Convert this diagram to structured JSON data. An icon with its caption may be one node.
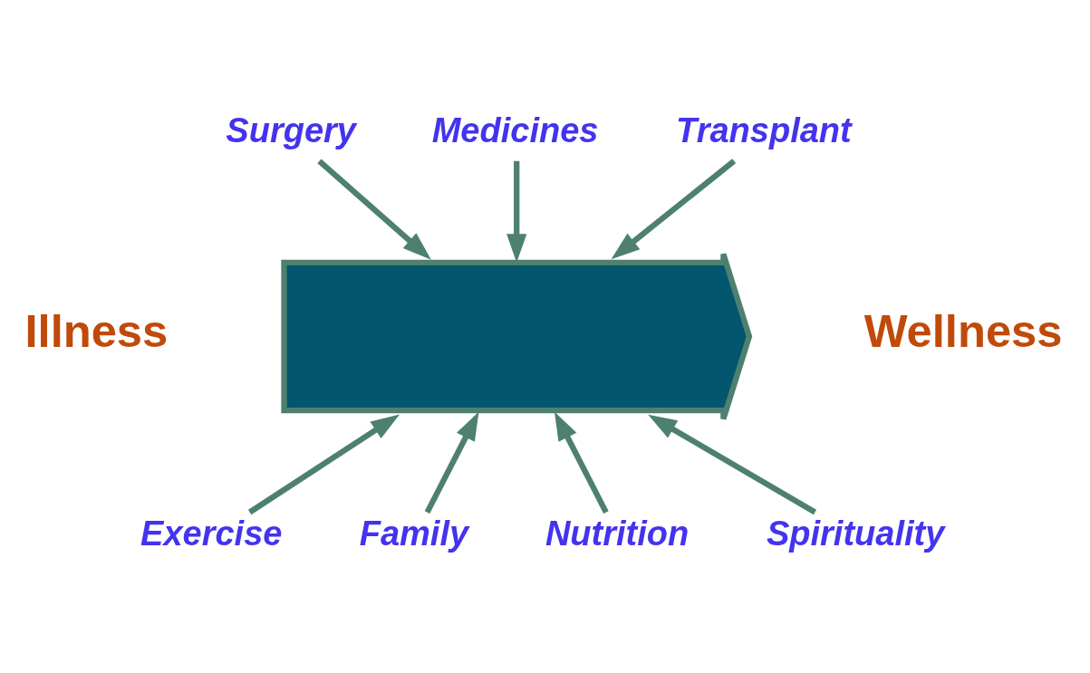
{
  "diagram": {
    "nodes": [
      {
        "text": [
          "Surgery"
        ]
      },
      {
        "text": [
          "Medicines"
        ]
      },
      {
        "text": [
          "Transplant"
        ]
      },
      {
        "text": [],
        "shape": "arrow"
      },
      {
        "text": [
          "Exercise"
        ]
      },
      {
        "text": [
          "Family"
        ]
      },
      {
        "text": [
          "Nutrition"
        ]
      },
      {
        "text": [
          "Spirituality"
        ]
      }
    ],
    "edges": [
      {
        "from": 0,
        "to": 3,
        "arrow": "to"
      },
      {
        "from": 1,
        "to": 3,
        "arrow": "to"
      },
      {
        "from": 2,
        "to": 3,
        "arrow": "to"
      },
      {
        "from": 4,
        "to": 3,
        "arrow": "to"
      },
      {
        "from": 5,
        "to": 3,
        "arrow": "to"
      },
      {
        "from": 6,
        "to": 3,
        "arrow": "to"
      },
      {
        "from": 7,
        "to": 3,
        "arrow": "to"
      }
    ],
    "labels": [
      "Illness",
      "Wellness"
    ]
  }
}
